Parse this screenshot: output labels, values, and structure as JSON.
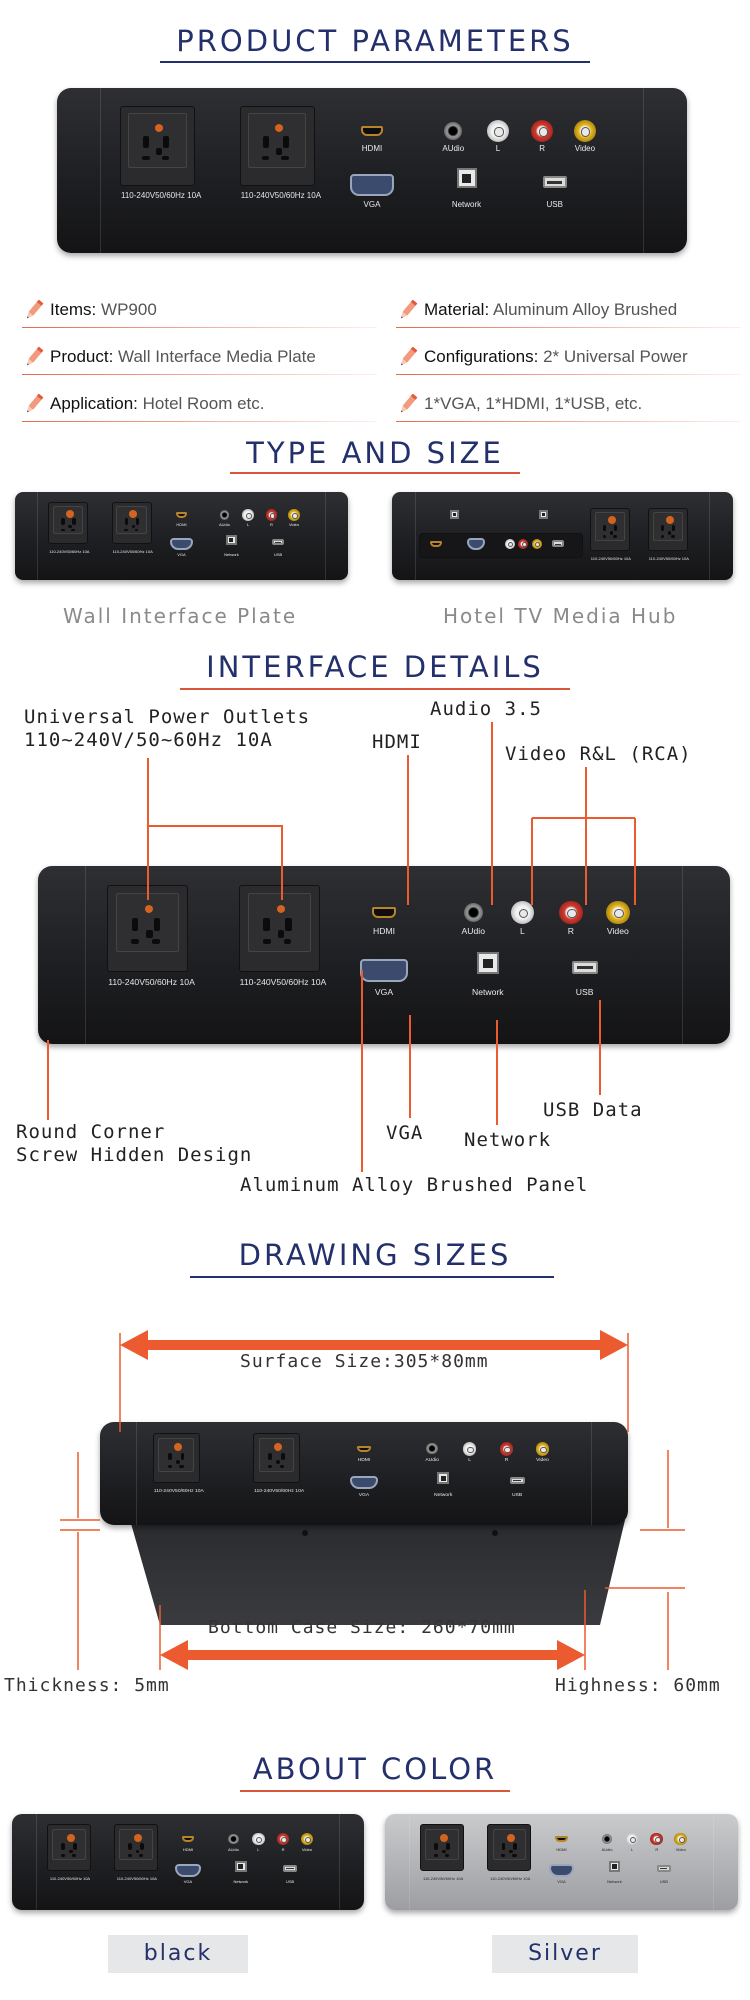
{
  "sections": {
    "params_title": "PRODUCT PARAMETERS",
    "type_title": "TYPE AND SIZE",
    "interface_title": "INTERFACE DETAILS",
    "drawing_title": "DRAWING SIZES",
    "color_title": "ABOUT COLOR"
  },
  "plate_labels": {
    "hdmi": "HDMI",
    "audio": "AUdio",
    "l": "L",
    "r": "R",
    "video": "Video",
    "vga": "VGA",
    "network": "Network",
    "usb": "USB",
    "outlet_rating": "110-240V50/60Hz  10A"
  },
  "params": {
    "items": {
      "key": "Items:",
      "value": "WP900"
    },
    "material": {
      "key": "Material:",
      "value": "Aluminum Alloy Brushed"
    },
    "product": {
      "key": "Product:",
      "value": "Wall Interface Media Plate"
    },
    "configurations": {
      "key": "Configurations:",
      "value": "2* Universal Power"
    },
    "application": {
      "key": "Application:",
      "value": "Hotel Room etc."
    },
    "config_more": "1*VGA, 1*HDMI, 1*USB, etc."
  },
  "types": {
    "left": "Wall Interface Plate",
    "right": "Hotel TV Media Hub"
  },
  "callouts": {
    "power_line1": "Universal Power Outlets",
    "power_line2": "110~240V/50~60Hz 10A",
    "audio": "Audio 3.5",
    "hdmi": "HDMI",
    "video": "Video R&L (RCA)",
    "usb_data": "USB Data",
    "round_line1": "Round Corner",
    "round_line2": "Screw Hidden Design",
    "vga": "VGA",
    "network": "Network",
    "panel": "Aluminum Alloy Brushed Panel"
  },
  "drawing": {
    "surface": "Surface Size:305*80mm",
    "bottom": "Bottom Case Size: 260*70mm",
    "thickness": "Thickness: 5mm",
    "highness": "Highness: 60mm"
  },
  "colors": {
    "black": "black",
    "silver": "Silver",
    "accent": "#ec5a2f",
    "navy": "#23306b"
  }
}
